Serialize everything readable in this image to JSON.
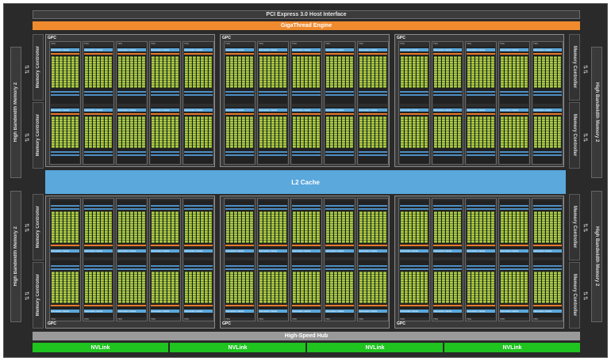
{
  "interface": {
    "pcie": "PCI Express 3.0 Host Interface",
    "gigathread": "GigaThread Engine",
    "l2": "L2 Cache",
    "hub": "High-Speed Hub",
    "nvlinks": [
      "NVLink",
      "NVLink",
      "NVLink",
      "NVLink"
    ]
  },
  "memory": {
    "hbm_label": "High Bandwidth Memory 2",
    "mc_label": "Memory Controller"
  },
  "gpc": {
    "label": "GPC",
    "tpc_label": "TPC",
    "sm_label": "SM",
    "icache_label": "Instruction Cache"
  },
  "colors": {
    "gigathread": "#f08a2e",
    "l2": "#5aa8dc",
    "nvlink": "#1fc41f",
    "hub": "#9a9a9a",
    "core_green": "#9ed05a",
    "core_yellow": "#d8c020"
  }
}
